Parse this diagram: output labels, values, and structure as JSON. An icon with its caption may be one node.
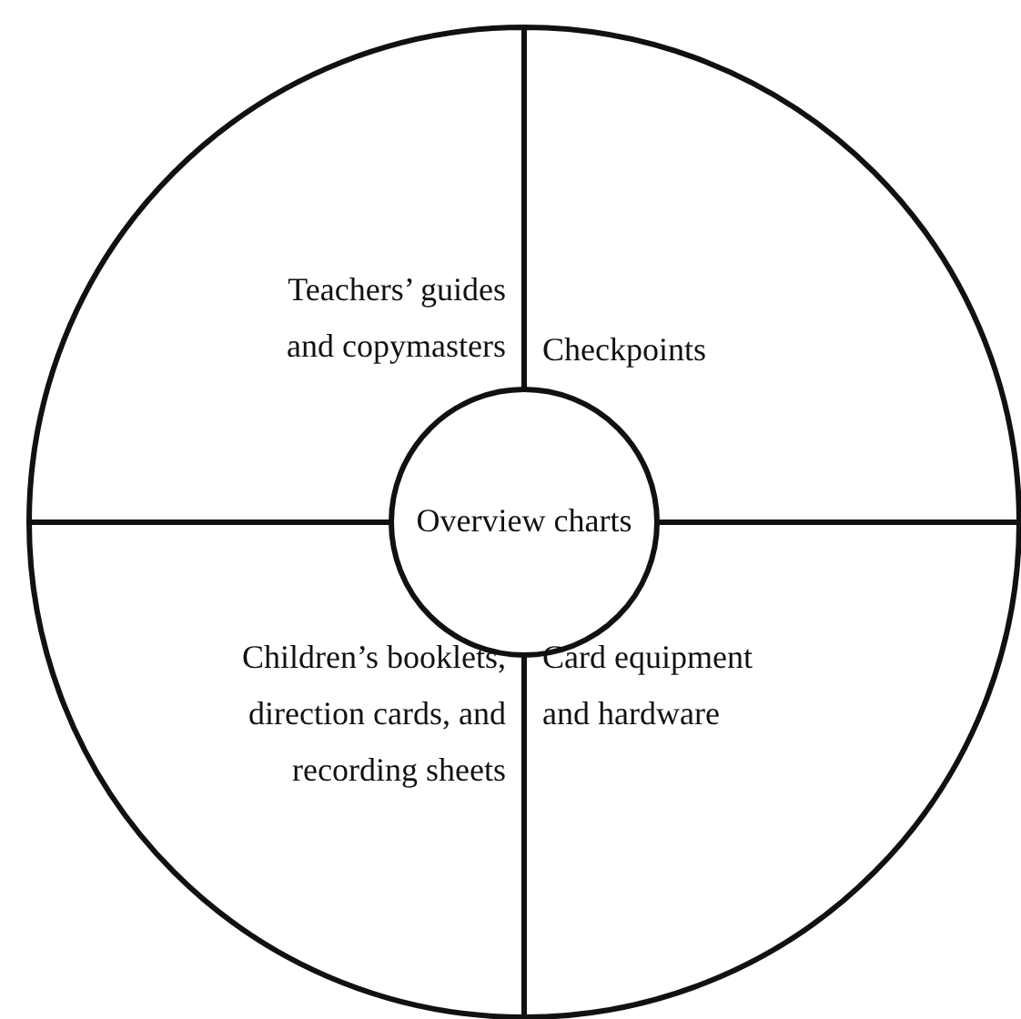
{
  "diagram": {
    "nodes": [
      {
        "text": [
          "Teachers’ guides and copymasters"
        ]
      },
      {
        "text": [
          "Checkpoints"
        ]
      },
      {
        "text": [
          "Children’s booklets, direction cards, and recording sheets"
        ]
      },
      {
        "text": [
          "Card equipment and hardware"
        ]
      },
      {
        "text": [
          "Overview charts"
        ]
      }
    ]
  }
}
